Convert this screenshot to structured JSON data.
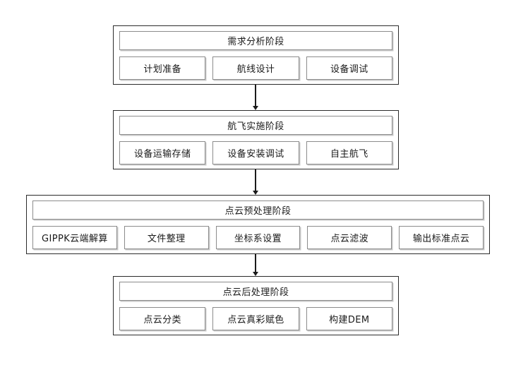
{
  "diagram": {
    "type": "flowchart",
    "orientation": "vertical",
    "background_color": "#ffffff",
    "outer_border_color": "#2b2b2b",
    "inner_border_color": "#8c8c8c",
    "text_color": "#1a1a1a",
    "connector_color": "#1a1a1a",
    "stages": [
      {
        "title": "需求分析阶段",
        "items": [
          {
            "label": "计划准备"
          },
          {
            "label": "航线设计"
          },
          {
            "label": "设备调试"
          }
        ]
      },
      {
        "title": "航飞实施阶段",
        "items": [
          {
            "label": "设备运输存储"
          },
          {
            "label": "设备安装调试"
          },
          {
            "label": "自主航飞"
          }
        ]
      },
      {
        "title": "点云预处理阶段",
        "items": [
          {
            "label": "GIPPK云端解算"
          },
          {
            "label": "文件整理"
          },
          {
            "label": "坐标系设置"
          },
          {
            "label": "点云滤波"
          },
          {
            "label": "输出标准点云"
          }
        ]
      },
      {
        "title": "点云后处理阶段",
        "items": [
          {
            "label": "点云分类"
          },
          {
            "label": "点云真彩赋色"
          },
          {
            "label": "构建DEM"
          }
        ]
      }
    ],
    "connectors": [
      {
        "from": "需求分析阶段",
        "to": "航飞实施阶段",
        "style": "arrow-down"
      },
      {
        "from": "航飞实施阶段",
        "to": "点云预处理阶段",
        "style": "arrow-down"
      },
      {
        "from": "点云预处理阶段",
        "to": "点云后处理阶段",
        "style": "arrow-down"
      }
    ]
  }
}
